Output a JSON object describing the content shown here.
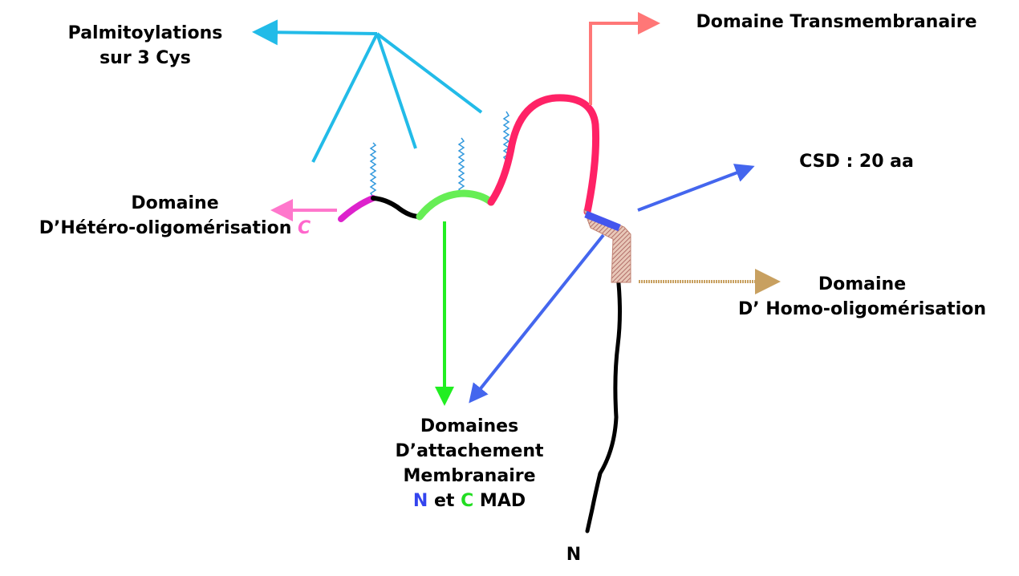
{
  "labels": {
    "palmitoylations": {
      "line1": "Palmitoylations",
      "line2": "sur 3 Cys"
    },
    "transmembrane": "Domaine Transmembranaire",
    "csd": "CSD : 20 aa",
    "hetero": {
      "line1": "Domaine",
      "line2": "D’Hétéro-oligomérisation",
      "c_letter": "C"
    },
    "homo": {
      "line1": "Domaine",
      "line2": "D’ Homo-oligomérisation"
    },
    "attachment": {
      "line1": "Domaines",
      "line2": "D’attachement",
      "line3": "Membranaire",
      "n_letter": "N",
      "et": "et",
      "c_letter": "C",
      "mad": "MAD"
    },
    "n_terminus": "N"
  },
  "colors": {
    "palmitoylation": "#22bbe8",
    "transmembrane": "#ff2266",
    "transmembrane_arrow": "#ff7777",
    "csd": "#4455ee",
    "hetero": "#dd22cc",
    "hetero_arrow": "#ff77cc",
    "c_mad": "#66ee55",
    "c_mad_arrow": "#22ee22",
    "homo_arrow": "#c8a060",
    "homo_hatch": "#b07060",
    "backbone": "#000000"
  }
}
